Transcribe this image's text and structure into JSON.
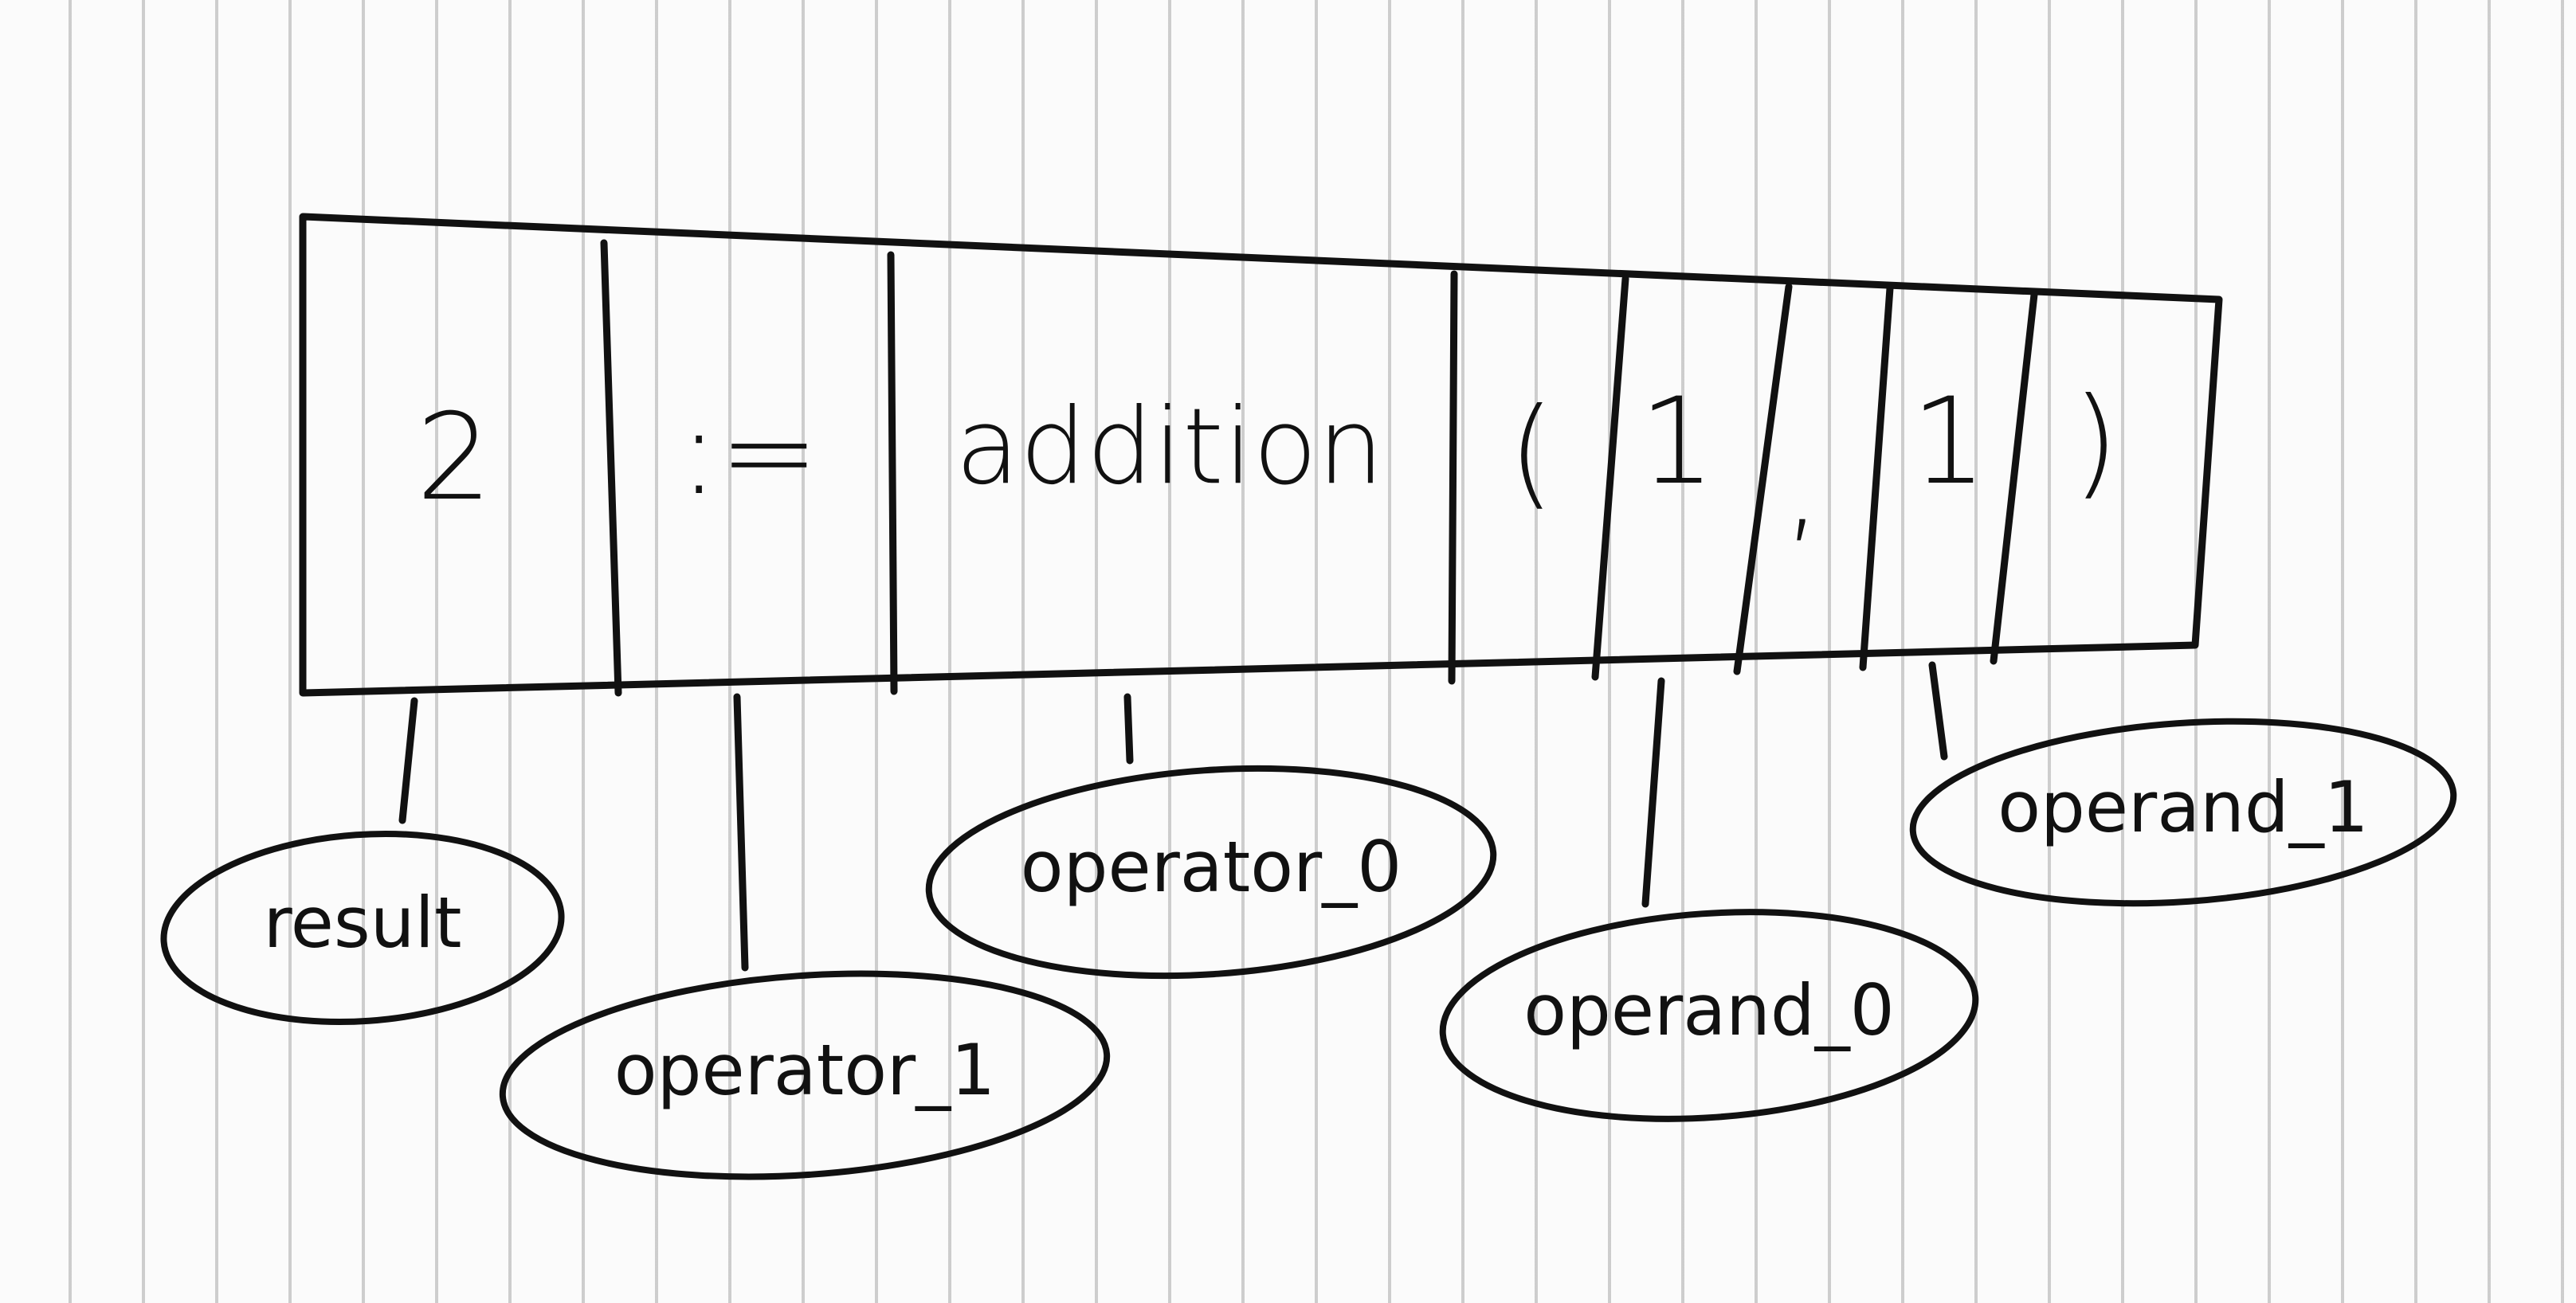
{
  "expression": {
    "cells": [
      {
        "id": "result-cell",
        "text": "2"
      },
      {
        "id": "assign-cell",
        "text": ":="
      },
      {
        "id": "function-cell",
        "text": "addition"
      },
      {
        "id": "open-paren-cell",
        "text": "("
      },
      {
        "id": "operand0-cell",
        "text": "1"
      },
      {
        "id": "comma-cell",
        "text": ","
      },
      {
        "id": "operand1-cell",
        "text": "1"
      },
      {
        "id": "close-paren-cell",
        "text": ")"
      }
    ]
  },
  "labels": {
    "result": "result",
    "operator_1": "operator_1",
    "operator_0": "operator_0",
    "operand_0": "operand_0",
    "operand_1": "operand_1"
  }
}
